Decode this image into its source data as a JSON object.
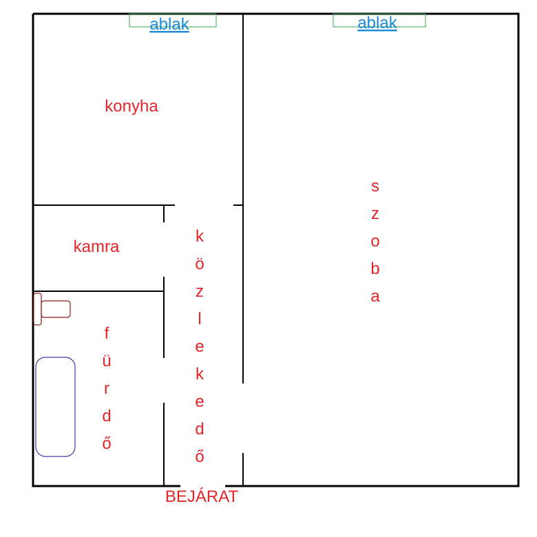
{
  "windows": [
    {
      "label": "ablak"
    },
    {
      "label": "ablak"
    }
  ],
  "rooms": {
    "kitchen": "konyha",
    "pantry": "kamra",
    "room": [
      "s",
      "z",
      "o",
      "b",
      "a"
    ],
    "corridor": [
      "k",
      "ö",
      "z",
      "l",
      "e",
      "k",
      "e",
      "d",
      "ő"
    ],
    "bathroom": [
      "f",
      "ü",
      "r",
      "d",
      "ő"
    ]
  },
  "entrance": "BEJÁRAT",
  "colors": {
    "walls": "#000000",
    "room_labels": "#e3262c",
    "window_label": "#1a8ad8",
    "window_frame": "#3aa655",
    "bathtub": "#3a3aa8",
    "toilet": "#8b1a1a"
  }
}
